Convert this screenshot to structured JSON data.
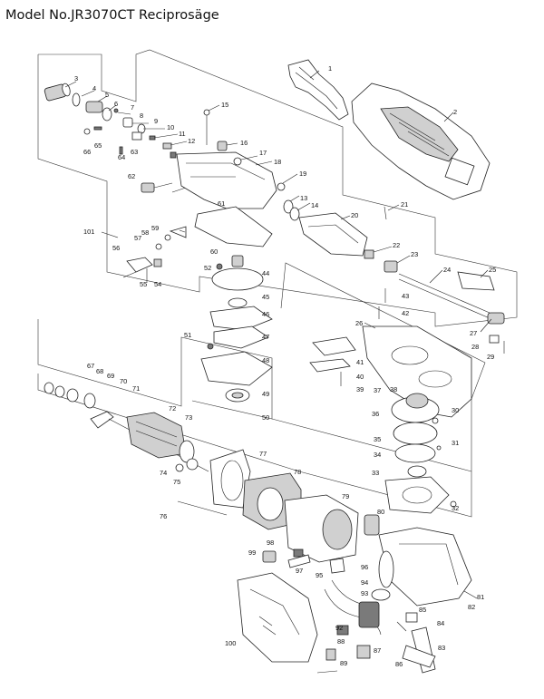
{
  "title": "Model No.JR3070CT Reciprosäge",
  "callouts": [
    "1",
    "2",
    "3",
    "4",
    "5",
    "6",
    "7",
    "8",
    "9",
    "10",
    "11",
    "12",
    "13",
    "14",
    "15",
    "16",
    "17",
    "18",
    "19",
    "20",
    "21",
    "22",
    "23",
    "24",
    "25",
    "26",
    "27",
    "28",
    "29",
    "30",
    "31",
    "32",
    "33",
    "34",
    "35",
    "36",
    "37",
    "38",
    "39",
    "40",
    "41",
    "42",
    "43",
    "44",
    "45",
    "46",
    "47",
    "48",
    "49",
    "50",
    "51",
    "52",
    "54",
    "55",
    "56",
    "57",
    "58",
    "59",
    "60",
    "61",
    "62",
    "63",
    "64",
    "65",
    "66",
    "67",
    "68",
    "69",
    "70",
    "71",
    "72",
    "73",
    "74",
    "75",
    "76",
    "77",
    "78",
    "79",
    "80",
    "81",
    "82",
    "83",
    "84",
    "85",
    "86",
    "87",
    "88",
    "89",
    "92",
    "93",
    "94",
    "95",
    "96",
    "97",
    "98",
    "99",
    "100",
    "101"
  ]
}
